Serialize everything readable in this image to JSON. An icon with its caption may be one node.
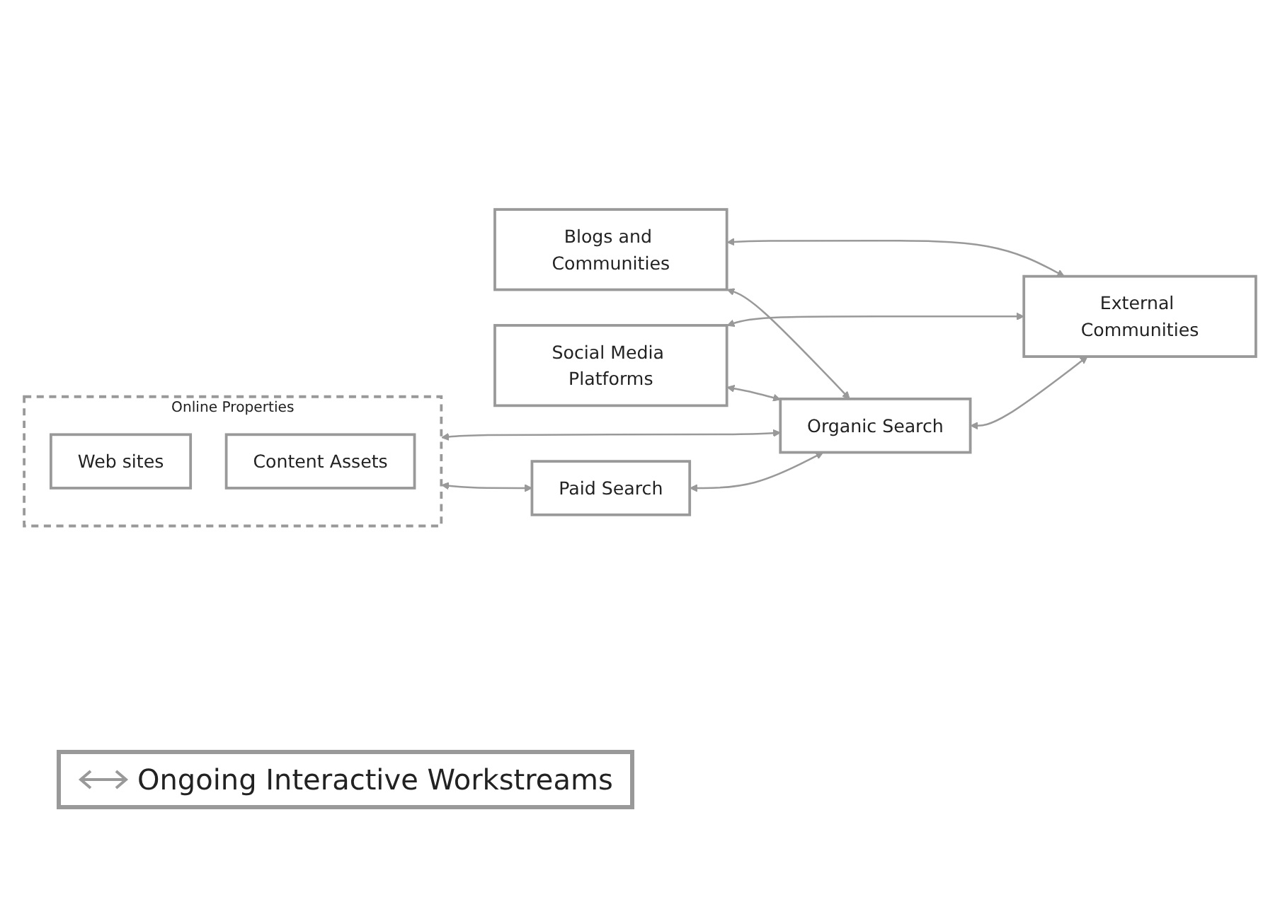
{
  "diagram": {
    "nodes": [
      {
        "text": [
          "Online Properties"
        ]
      },
      {
        "text": [
          "Web sites"
        ],
        "in": 0
      },
      {
        "text": [
          "Content Assets"
        ],
        "in": 0
      },
      {
        "text": [
          "Blogs and Communities"
        ]
      },
      {
        "text": [
          "Social Media Platforms"
        ]
      },
      {
        "text": [
          "Paid Search"
        ]
      },
      {
        "text": [
          "Organic Search"
        ]
      },
      {
        "text": [
          "External Communities"
        ]
      }
    ],
    "edges": [
      {
        "from": 0,
        "to": 5,
        "arrow": "both"
      },
      {
        "from": 0,
        "to": 6,
        "arrow": "both"
      },
      {
        "from": 5,
        "to": 6,
        "arrow": "both"
      },
      {
        "from": 3,
        "to": 6,
        "arrow": "both"
      },
      {
        "from": 3,
        "to": 7,
        "arrow": "both"
      },
      {
        "from": 4,
        "to": 6,
        "arrow": "both"
      },
      {
        "from": 6,
        "to": 7,
        "arrow": "both"
      },
      {
        "from": 4,
        "to": 7,
        "arrow": "both"
      }
    ],
    "legend": [
      {
        "text": "Ongoing Interactive Workstreams"
      }
    ]
  }
}
